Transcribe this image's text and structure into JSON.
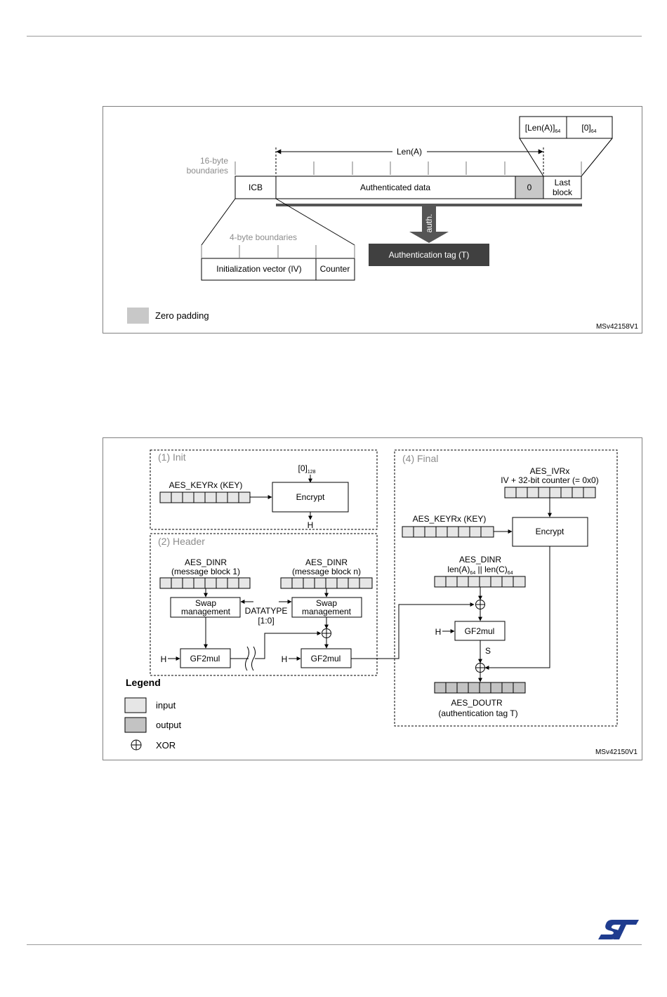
{
  "fig1": {
    "id_label": "MSv42158V1",
    "boundaries_16": [
      "16-byte",
      "boundaries"
    ],
    "len_a": "Len(A)",
    "icb": "ICB",
    "auth_data": "Authenticated data",
    "zero": "0",
    "last_block": [
      "Last",
      "block"
    ],
    "len_a_64": "[Len(A)]",
    "zero_64": "[0]",
    "sub_64": "64",
    "boundaries_4": "4-byte boundaries",
    "iv": "Initialization vector (IV)",
    "counter": "Counter",
    "auth_arrow": "auth.",
    "auth_tag": "Authentication tag (T)",
    "legend_zero_padding": "Zero padding",
    "colors": {
      "grey_fill": "#c8c8c8",
      "dark_fill": "#404040",
      "light_text": "#8c8c8c"
    }
  },
  "fig2": {
    "id_label": "MSv42150V1",
    "init_title": "(1) Init",
    "header_title": "(2) Header",
    "final_title": "(4) Final",
    "zero128": "[0]",
    "sub128": "128",
    "keyrx": "AES_KEYRx (KEY)",
    "encrypt": "Encrypt",
    "h": "H",
    "dinr": "AES_DINR",
    "msg1": "(message block 1)",
    "msgn": "(message block n)",
    "swap": [
      "Swap",
      "management"
    ],
    "datatype": [
      "DATATYPE",
      "[1:0]"
    ],
    "gf2mul": "GF2mul",
    "ivrx": "AES_IVRx",
    "ivrx_sub": "IV + 32-bit counter (= 0x0)",
    "len_a": "len(A)",
    "len_c": "len(C)",
    "concat": " || ",
    "sub_64": "64",
    "s": "S",
    "doutr": "AES_DOUTR",
    "doutr_sub": "(authentication tag T)",
    "legend_title": "Legend",
    "legend_input": "input",
    "legend_output": "output",
    "legend_xor": "XOR",
    "colors": {
      "input_fill": "#e6e6e6",
      "output_fill": "#c3c3c3",
      "title_grey": "#8c8c8c"
    }
  }
}
